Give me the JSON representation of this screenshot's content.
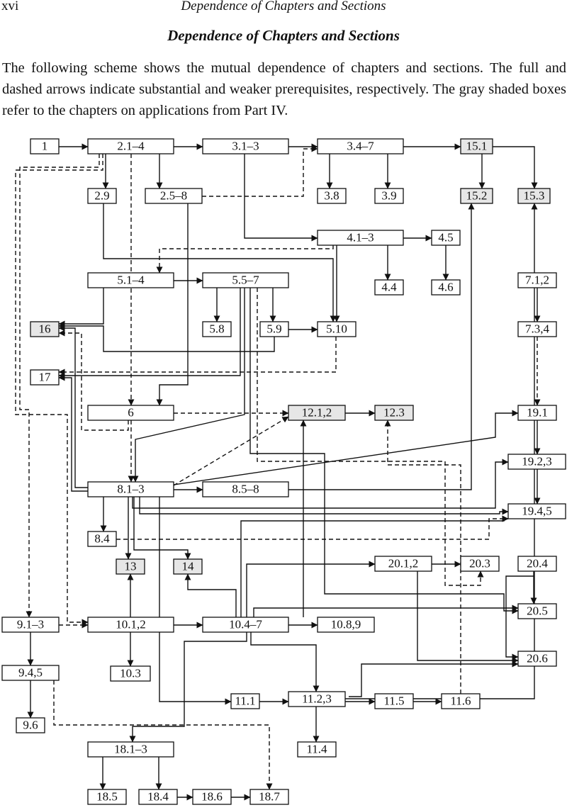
{
  "header": {
    "page_number": "xvi",
    "running_title": "Dependence of Chapters and Sections"
  },
  "title": "Dependence of Chapters and Sections",
  "intro": "The following scheme shows the mutual dependence of chapters and sections. The full and dashed arrows indicate substantial and weaker prerequisites, respectively. The gray shaded boxes refer to the chapters on applications from Part IV.",
  "colors": {
    "application_fill": "#e6e6e6",
    "box_fill": "#ffffff",
    "stroke": "#111111"
  },
  "nodes": [
    {
      "id": "n1",
      "label": "1"
    },
    {
      "id": "n2_1",
      "label": "2.1–4"
    },
    {
      "id": "n3_1",
      "label": "3.1–3"
    },
    {
      "id": "n3_4",
      "label": "3.4–7"
    },
    {
      "id": "n15_1",
      "label": "15.1",
      "shaded": true
    },
    {
      "id": "n2_9",
      "label": "2.9"
    },
    {
      "id": "n2_5",
      "label": "2.5–8"
    },
    {
      "id": "n3_8",
      "label": "3.8"
    },
    {
      "id": "n3_9",
      "label": "3.9"
    },
    {
      "id": "n15_2",
      "label": "15.2",
      "shaded": true
    },
    {
      "id": "n15_3",
      "label": "15.3",
      "shaded": true
    },
    {
      "id": "n4_1",
      "label": "4.1–3"
    },
    {
      "id": "n4_5",
      "label": "4.5"
    },
    {
      "id": "n4_4",
      "label": "4.4"
    },
    {
      "id": "n4_6",
      "label": "4.6"
    },
    {
      "id": "n5_1",
      "label": "5.1–4"
    },
    {
      "id": "n5_5",
      "label": "5.5–7"
    },
    {
      "id": "n7_1",
      "label": "7.1,2"
    },
    {
      "id": "n16",
      "label": "16",
      "shaded": true
    },
    {
      "id": "n5_8",
      "label": "5.8"
    },
    {
      "id": "n5_9",
      "label": "5.9"
    },
    {
      "id": "n5_10",
      "label": "5.10"
    },
    {
      "id": "n7_3",
      "label": "7.3,4"
    },
    {
      "id": "n17",
      "label": "17"
    },
    {
      "id": "n6",
      "label": "6"
    },
    {
      "id": "n12_1",
      "label": "12.1,2",
      "shaded": true
    },
    {
      "id": "n12_3",
      "label": "12.3",
      "shaded": true
    },
    {
      "id": "n19_1",
      "label": "19.1"
    },
    {
      "id": "n19_2",
      "label": "19.2,3"
    },
    {
      "id": "n8_1",
      "label": "8.1–3"
    },
    {
      "id": "n8_5",
      "label": "8.5–8"
    },
    {
      "id": "n19_4",
      "label": "19.4,5"
    },
    {
      "id": "n8_4",
      "label": "8.4"
    },
    {
      "id": "n13",
      "label": "13",
      "shaded": true
    },
    {
      "id": "n14",
      "label": "14",
      "shaded": true
    },
    {
      "id": "n20_1",
      "label": "20.1,2"
    },
    {
      "id": "n20_3",
      "label": "20.3"
    },
    {
      "id": "n20_4",
      "label": "20.4"
    },
    {
      "id": "n20_5",
      "label": "20.5"
    },
    {
      "id": "n9_1",
      "label": "9.1–3"
    },
    {
      "id": "n10_1",
      "label": "10.1,2"
    },
    {
      "id": "n10_4",
      "label": "10.4–7"
    },
    {
      "id": "n10_8",
      "label": "10.8,9"
    },
    {
      "id": "n20_6",
      "label": "20.6"
    },
    {
      "id": "n9_4",
      "label": "9.4,5"
    },
    {
      "id": "n10_3",
      "label": "10.3"
    },
    {
      "id": "n11_1",
      "label": "11.1"
    },
    {
      "id": "n11_2",
      "label": "11.2,3"
    },
    {
      "id": "n11_5",
      "label": "11.5"
    },
    {
      "id": "n11_6",
      "label": "11.6"
    },
    {
      "id": "n9_6",
      "label": "9.6"
    },
    {
      "id": "n18_1",
      "label": "18.1–3"
    },
    {
      "id": "n11_4",
      "label": "11.4"
    },
    {
      "id": "n18_5",
      "label": "18.5"
    },
    {
      "id": "n18_4",
      "label": "18.4"
    },
    {
      "id": "n18_6",
      "label": "18.6"
    },
    {
      "id": "n18_7",
      "label": "18.7"
    }
  ],
  "edges": [
    {
      "from": "n1",
      "to": "n2_1",
      "style": "solid"
    },
    {
      "from": "n2_1",
      "to": "n3_1",
      "style": "solid"
    },
    {
      "from": "n3_1",
      "to": "n3_4",
      "style": "solid"
    },
    {
      "from": "n3_4",
      "to": "n15_1",
      "style": "solid"
    },
    {
      "from": "n2_1",
      "to": "n2_9",
      "style": "solid"
    },
    {
      "from": "n2_1",
      "to": "n2_5",
      "style": "solid"
    },
    {
      "from": "n2_5",
      "to": "n3_4",
      "style": "dashed"
    },
    {
      "from": "n3_4",
      "to": "n3_8",
      "style": "solid"
    },
    {
      "from": "n3_4",
      "to": "n3_9",
      "style": "solid"
    },
    {
      "from": "n15_1",
      "to": "n15_2",
      "style": "solid"
    },
    {
      "from": "n15_1",
      "to": "n15_3",
      "style": "solid"
    },
    {
      "from": "n3_1",
      "to": "n4_1",
      "style": "solid"
    },
    {
      "from": "n4_1",
      "to": "n4_5",
      "style": "solid"
    },
    {
      "from": "n4_1",
      "to": "n4_4",
      "style": "solid"
    },
    {
      "from": "n4_5",
      "to": "n4_6",
      "style": "solid"
    },
    {
      "from": "n4_1",
      "to": "n5_1",
      "style": "dashed"
    },
    {
      "from": "n4_1",
      "to": "n5_10",
      "style": "solid"
    },
    {
      "from": "n2_9",
      "to": "n5_10",
      "style": "solid"
    },
    {
      "from": "n5_1",
      "to": "n5_5",
      "style": "solid"
    },
    {
      "from": "n5_5",
      "to": "n5_8",
      "style": "solid"
    },
    {
      "from": "n5_5",
      "to": "n5_9",
      "style": "solid"
    },
    {
      "from": "n5_9",
      "to": "n5_10",
      "style": "solid"
    },
    {
      "from": "n5_1",
      "to": "n16",
      "style": "solid"
    },
    {
      "from": "n5_9",
      "to": "n16",
      "style": "solid"
    },
    {
      "from": "n6",
      "to": "n16",
      "style": "dashed"
    },
    {
      "from": "n5_10",
      "to": "n17",
      "style": "dashed"
    },
    {
      "from": "n5_5",
      "to": "n17",
      "style": "solid"
    },
    {
      "from": "n7_1",
      "to": "n7_3",
      "style": "solid"
    },
    {
      "from": "n7_3",
      "to": "n19_1",
      "style": "dashed"
    },
    {
      "from": "n2_5",
      "to": "n6",
      "style": "solid"
    },
    {
      "from": "n2_1",
      "to": "n6",
      "style": "dashed"
    },
    {
      "from": "n6",
      "to": "n12_1",
      "style": "dashed"
    },
    {
      "from": "n12_1",
      "to": "n12_3",
      "style": "solid"
    },
    {
      "from": "n6",
      "to": "n8_1",
      "style": "dashed"
    },
    {
      "from": "n5_5",
      "to": "n8_1",
      "style": "solid"
    },
    {
      "from": "n8_1",
      "to": "n12_1",
      "style": "dashed"
    },
    {
      "from": "n8_1",
      "to": "n19_1",
      "style": "solid"
    },
    {
      "from": "n19_1",
      "to": "n19_2",
      "style": "solid"
    },
    {
      "from": "n19_2",
      "to": "n19_4",
      "style": "solid"
    },
    {
      "from": "n8_1",
      "to": "n8_5",
      "style": "solid"
    },
    {
      "from": "n8_5",
      "to": "n15_2",
      "style": "solid"
    },
    {
      "from": "n8_1",
      "to": "n19_2",
      "style": "solid"
    },
    {
      "from": "n8_1",
      "to": "n19_4",
      "style": "solid"
    },
    {
      "from": "n8_1",
      "to": "n8_4",
      "style": "solid"
    },
    {
      "from": "n8_4",
      "to": "n19_4",
      "style": "dashed"
    },
    {
      "from": "n8_1",
      "to": "n13",
      "style": "solid"
    },
    {
      "from": "n8_1",
      "to": "n14",
      "style": "solid"
    },
    {
      "from": "n8_1",
      "to": "n16",
      "style": "solid"
    },
    {
      "from": "n8_1",
      "to": "n17",
      "style": "solid"
    },
    {
      "from": "n2_1",
      "to": "n9_1",
      "style": "dashed"
    },
    {
      "from": "n2_1",
      "to": "n10_1",
      "style": "dashed"
    },
    {
      "from": "n9_1",
      "to": "n10_1",
      "style": "dashed"
    },
    {
      "from": "n9_1",
      "to": "n9_4",
      "style": "solid"
    },
    {
      "from": "n9_4",
      "to": "n9_6",
      "style": "solid"
    },
    {
      "from": "n9_4",
      "to": "n18_7",
      "style": "dashed"
    },
    {
      "from": "n10_1",
      "to": "n10_4",
      "style": "solid"
    },
    {
      "from": "n10_1",
      "to": "n10_3",
      "style": "solid"
    },
    {
      "from": "n10_1",
      "to": "n13",
      "style": "solid"
    },
    {
      "from": "n10_4",
      "to": "n10_8",
      "style": "solid"
    },
    {
      "from": "n10_4",
      "to": "n14",
      "style": "solid"
    },
    {
      "from": "n10_4",
      "to": "n20_1",
      "style": "solid"
    },
    {
      "from": "n10_4",
      "to": "n12_1",
      "style": "solid"
    },
    {
      "from": "n10_4",
      "to": "n20_5",
      "style": "solid"
    },
    {
      "from": "n10_4",
      "to": "n11_2",
      "style": "solid"
    },
    {
      "from": "n10_4",
      "to": "n18_1",
      "style": "solid"
    },
    {
      "from": "n10_4",
      "to": "n19_4",
      "style": "solid"
    },
    {
      "from": "n20_1",
      "to": "n20_3",
      "style": "solid"
    },
    {
      "from": "n20_1",
      "to": "n20_6",
      "style": "solid"
    },
    {
      "from": "n20_4",
      "to": "n20_5",
      "style": "solid"
    },
    {
      "from": "n20_4",
      "to": "n20_6",
      "style": "solid"
    },
    {
      "from": "n5_5",
      "to": "n20_5",
      "style": "solid"
    },
    {
      "from": "n5_5",
      "to": "n20_3",
      "style": "dashed"
    },
    {
      "from": "n8_1",
      "to": "n11_1",
      "style": "solid"
    },
    {
      "from": "n11_1",
      "to": "n11_2",
      "style": "solid"
    },
    {
      "from": "n11_2",
      "to": "n11_5",
      "style": "solid"
    },
    {
      "from": "n11_5",
      "to": "n11_6",
      "style": "solid"
    },
    {
      "from": "n11_6",
      "to": "n12_3",
      "style": "dashed"
    },
    {
      "from": "n11_2",
      "to": "n15_3",
      "style": "solid"
    },
    {
      "from": "n11_2",
      "to": "n20_6",
      "style": "solid"
    },
    {
      "from": "n11_2",
      "to": "n11_4",
      "style": "solid"
    },
    {
      "from": "n18_1",
      "to": "n18_5",
      "style": "solid"
    },
    {
      "from": "n18_1",
      "to": "n18_4",
      "style": "solid"
    },
    {
      "from": "n18_4",
      "to": "n18_6",
      "style": "solid"
    },
    {
      "from": "n18_6",
      "to": "n18_7",
      "style": "solid"
    }
  ]
}
